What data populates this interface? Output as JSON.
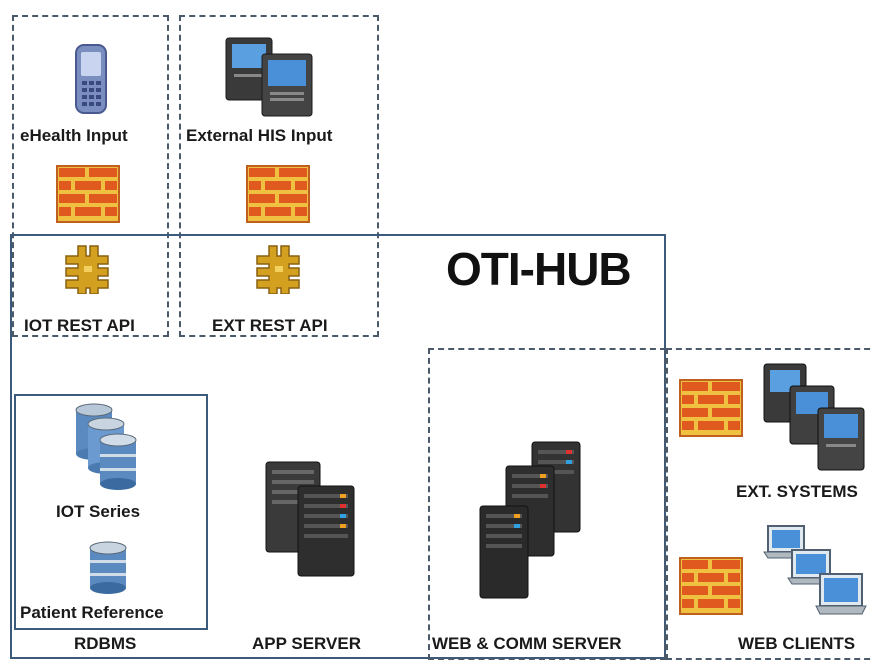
{
  "title": "OTI-HUB",
  "labels": {
    "ehealth_input": "eHealth Input",
    "external_his_input": "External HIS Input",
    "iot_rest_api": "IOT REST API",
    "ext_rest_api": "EXT REST API",
    "iot_series": "IOT Series",
    "patient_reference": "Patient Reference",
    "rdbms": "RDBMS",
    "app_server": "APP SERVER",
    "web_comm_server": "WEB & COMM SERVER",
    "ext_systems": "EXT. SYSTEMS",
    "web_clients": "WEB CLIENTS"
  },
  "colors": {
    "dashed_border": "#4a5a6a",
    "solid_border": "#3c5a7a",
    "firewall_brick": "#e8a030",
    "api_gold": "#d4a020",
    "server_dark": "#2a2a2a",
    "db_blue": "#5a8ac0"
  }
}
